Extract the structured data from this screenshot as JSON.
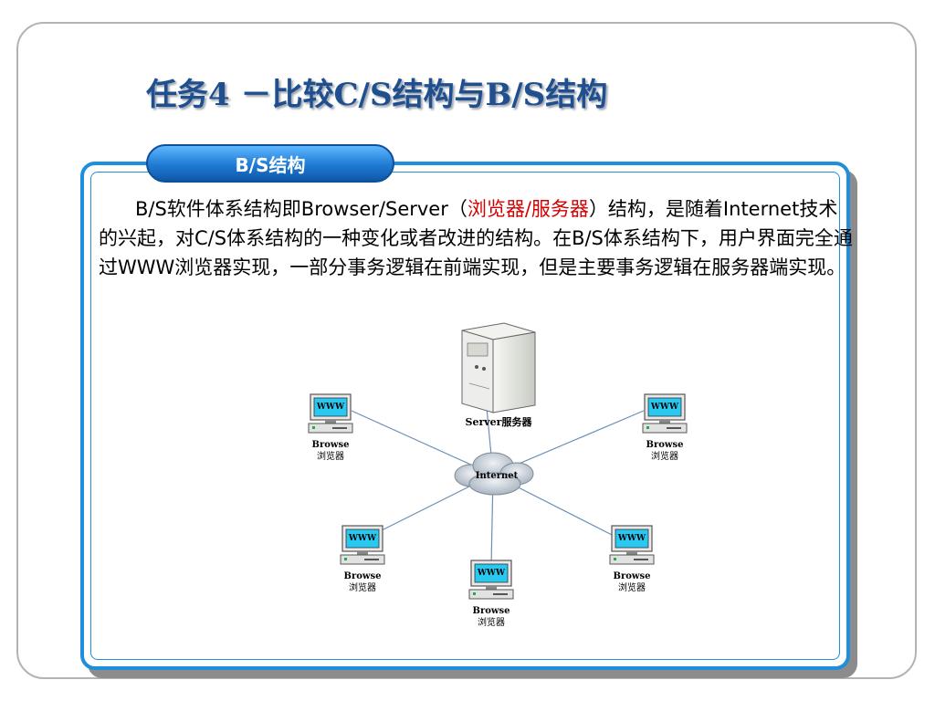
{
  "title": "任务4 －比较C/S结构与B/S结构",
  "section_tab": "B/S结构",
  "description": {
    "part1": "B/S软件体系结构即Browser/Server（",
    "highlight": "浏览器/服务器",
    "part2": "）结构，是随着Internet技术的兴起，对C/S体系结构的一种变化或者改进的结构。在B/S体系结构下，用户界面完全通过WWW浏览器实现，一部分事务逻辑在前端实现，但是主要事务逻辑在服务器端实现。"
  },
  "diagram": {
    "server_label": "Server服务器",
    "internet_label": "Internet",
    "screen_text": "WWW",
    "client_label_en": "Browse",
    "client_label_cn": "浏览器",
    "colors": {
      "line": "#6a8fb5",
      "screen": "#28c8f0",
      "cloud": "#c9d2dc"
    }
  }
}
